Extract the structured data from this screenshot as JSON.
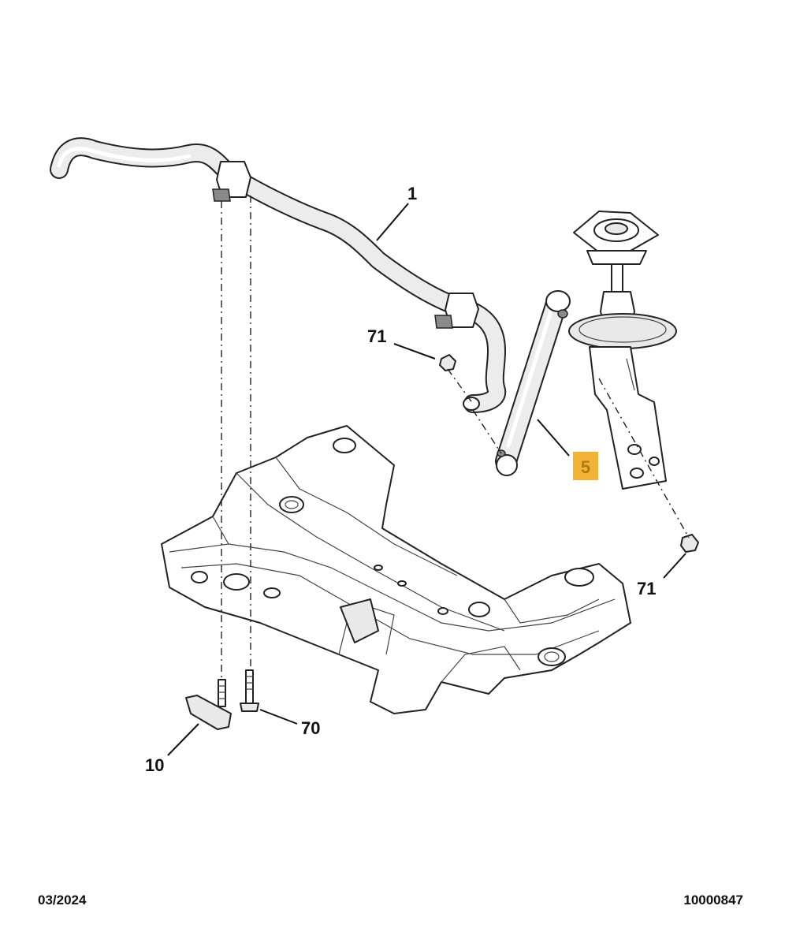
{
  "callouts": {
    "c1": "1",
    "c5": "5",
    "c10": "10",
    "c70": "70",
    "c71a": "71",
    "c71b": "71"
  },
  "footer": {
    "date": "03/2024",
    "reference": "10000847"
  },
  "colors": {
    "highlight": "#f5b335",
    "line": "#222222",
    "text": "#111111"
  }
}
